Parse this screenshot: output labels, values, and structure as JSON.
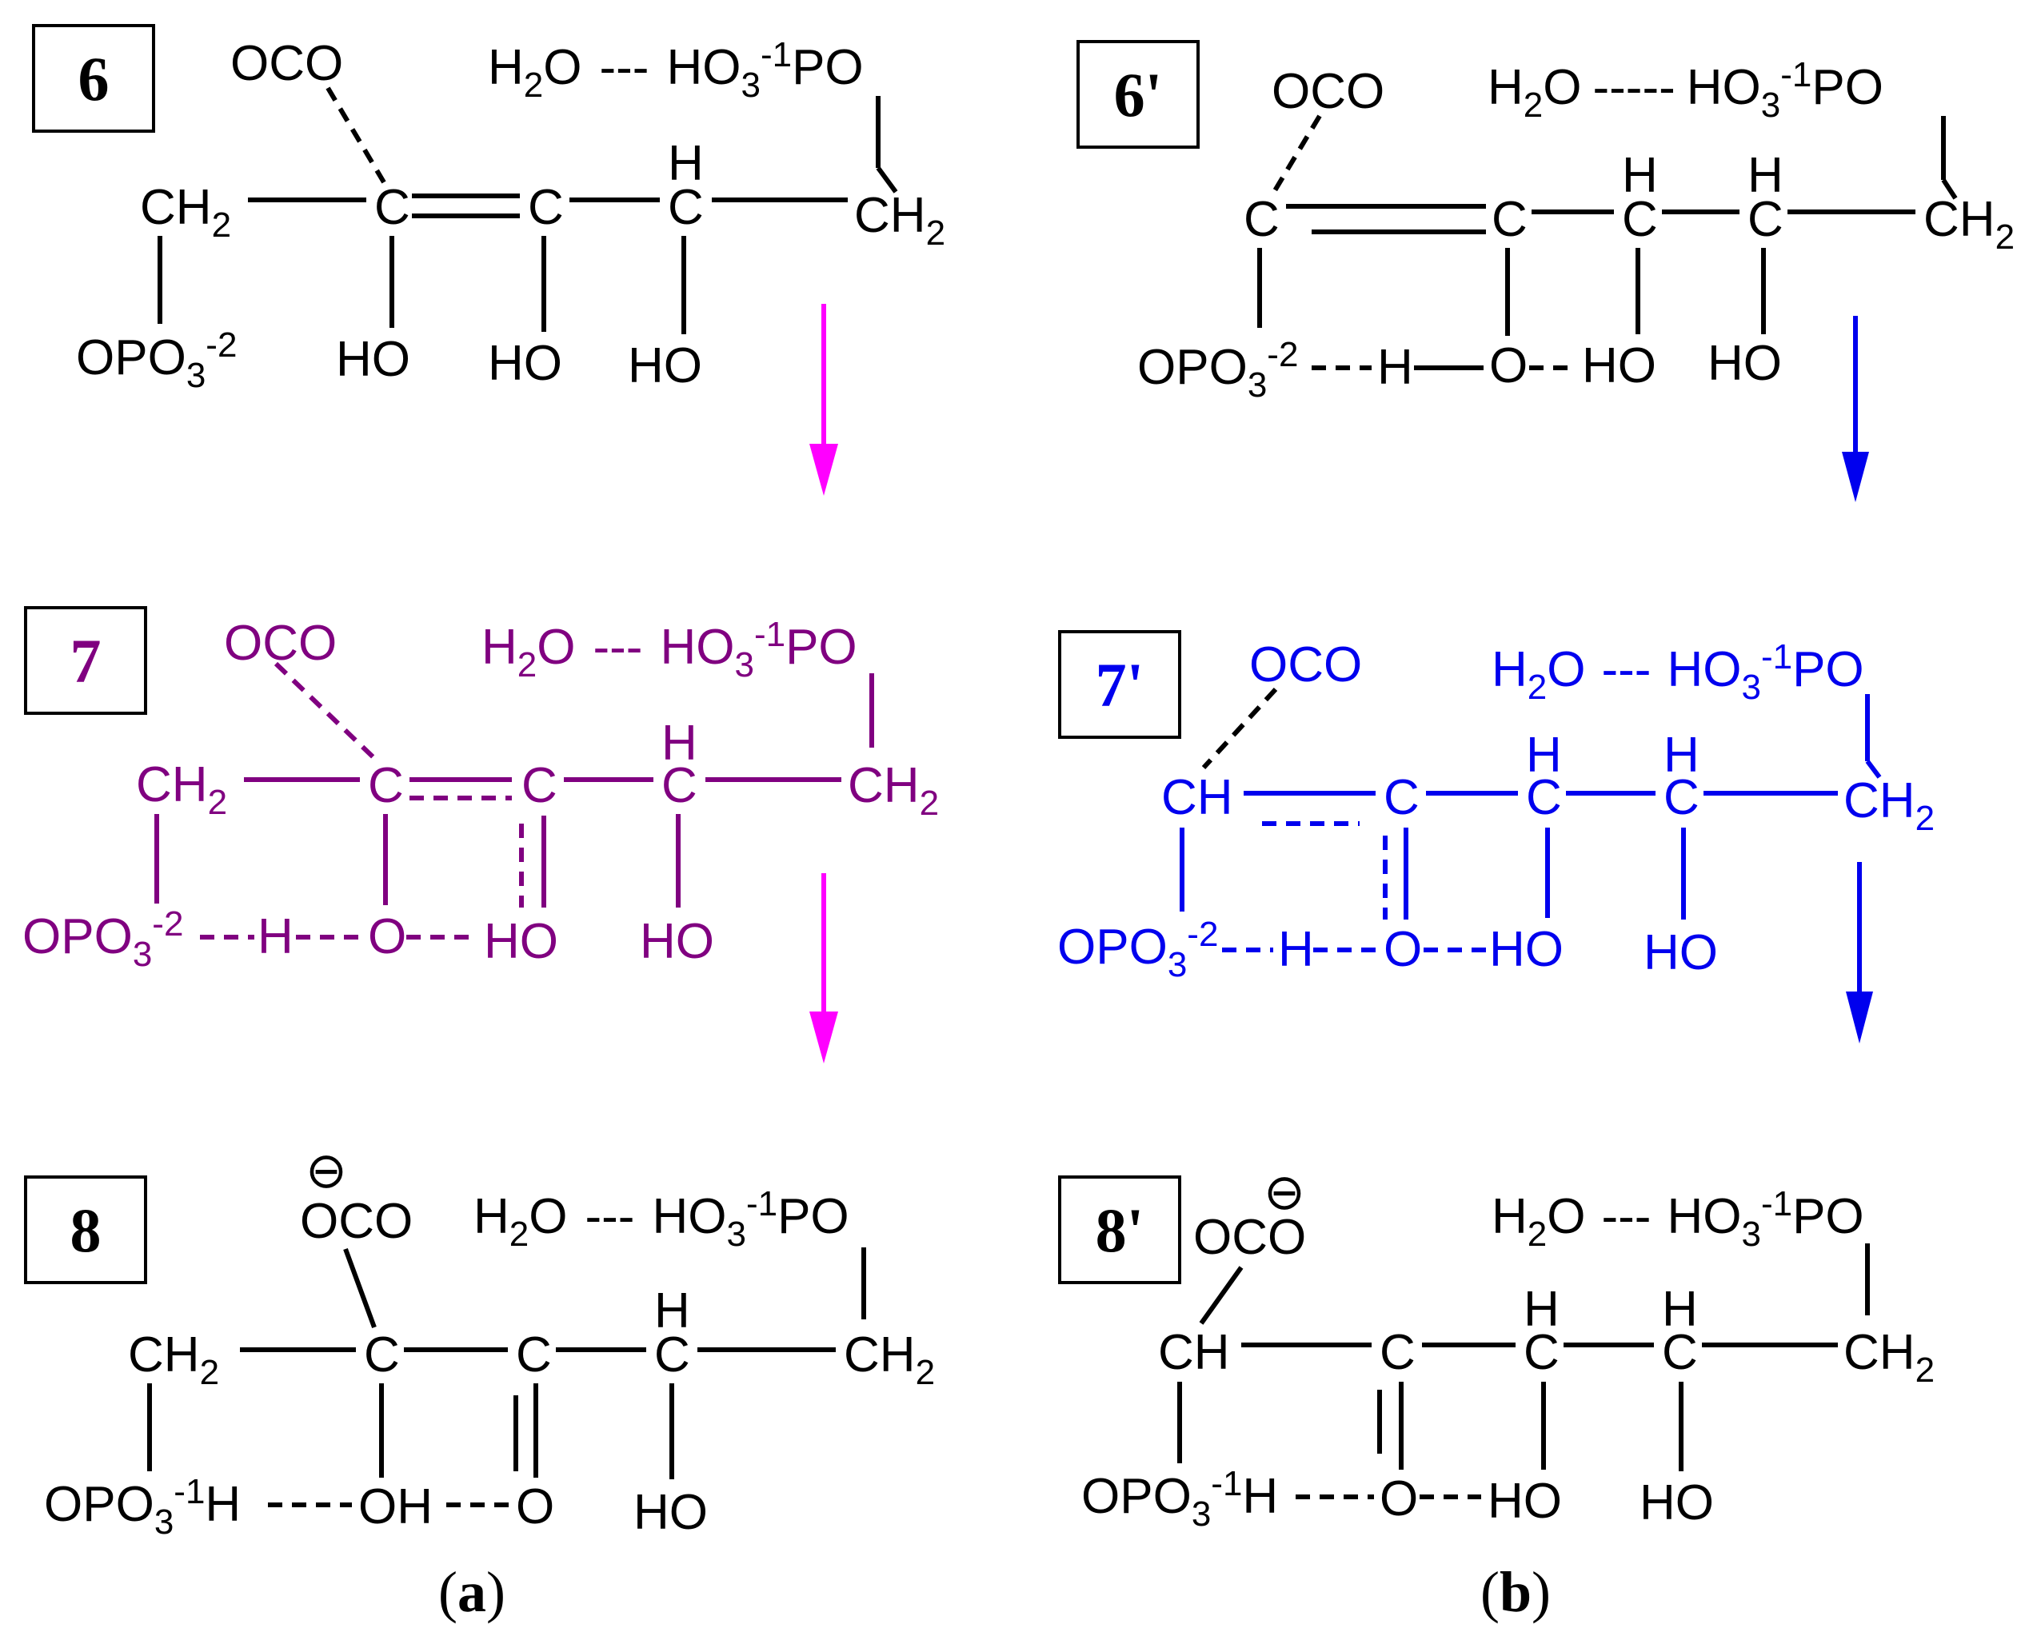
{
  "colors": {
    "black": "#000000",
    "purple": "#800080",
    "magenta": "#ff00ff",
    "blue": "#0000ee"
  },
  "labels": {
    "s6": "6",
    "s6p": "6'",
    "s7": "7",
    "s7p": "7'",
    "s8": "8",
    "s8p": "8'"
  },
  "chem": {
    "oco": "OCO",
    "h2o_h": "H",
    "h2o_sub": "2",
    "h2o_o": "O",
    "dashes": "---",
    "long_dashes": "-----",
    "ho3_main": "HO",
    "ho3_sub": "3",
    "charge_m1": "-1",
    "po": "PO",
    "ch": "CH",
    "ch2_sub": "2",
    "c": "C",
    "h": "H",
    "ho": "HO",
    "o": "O",
    "oh": "OH",
    "opo": "OPO",
    "charge_m2": "-2",
    "minus_circle": "⊖"
  },
  "panels": {
    "a_open": "(",
    "a_letter": "a",
    "a_close": ")",
    "b_open": "(",
    "b_letter": "b",
    "b_close": ")"
  }
}
